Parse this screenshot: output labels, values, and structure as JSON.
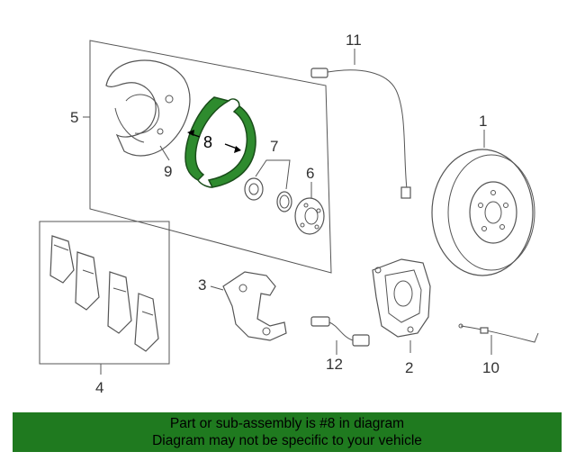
{
  "callouts": {
    "c1": "1",
    "c2": "2",
    "c3": "3",
    "c4": "4",
    "c5": "5",
    "c6": "6",
    "c7": "7",
    "c8": "8",
    "c9": "9",
    "c10": "10",
    "c11": "11",
    "c12": "12"
  },
  "highlight_part": "8",
  "colors": {
    "highlight_fill": "#2e8b2e",
    "banner_bg": "#1f7a1f",
    "line": "#555555"
  },
  "banner": {
    "line1": "Part or sub-assembly is #8 in diagram",
    "line2": "Diagram may not be specific to your vehicle"
  }
}
